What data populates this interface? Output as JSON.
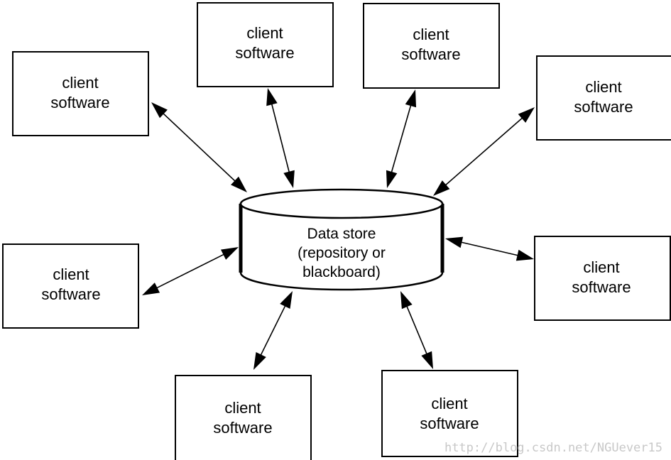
{
  "data_store": {
    "lines": [
      "Data store",
      "(repository or",
      "blackboard)"
    ]
  },
  "clients": [
    {
      "line1": "client",
      "line2": "software"
    },
    {
      "line1": "client",
      "line2": "software"
    },
    {
      "line1": "client",
      "line2": "software"
    },
    {
      "line1": "client",
      "line2": "software"
    },
    {
      "line1": "client",
      "line2": "software"
    },
    {
      "line1": "client",
      "line2": "software"
    },
    {
      "line1": "client",
      "line2": "software"
    },
    {
      "line1": "client",
      "line2": "software"
    }
  ],
  "watermark": "http://blog.csdn.net/NGUever15"
}
